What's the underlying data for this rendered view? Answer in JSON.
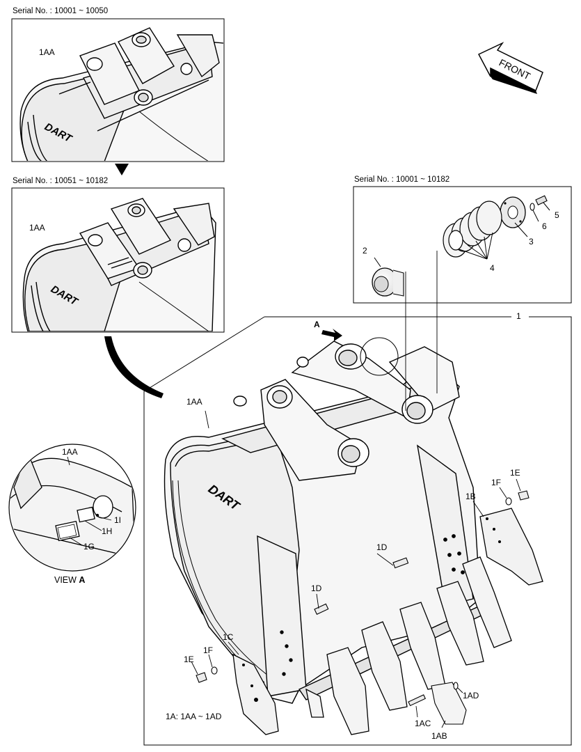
{
  "serials": {
    "top": "Serial No. : 10001 ~ 10050",
    "middle": "Serial No. : 10051 ~ 10182",
    "pin": "Serial No. : 10001 ~ 10182"
  },
  "front_label": "FRONT",
  "brand": "DART",
  "view_arrow_label": "A",
  "view_caption": {
    "prefix": "VIEW ",
    "letter": "A"
  },
  "assembly_note": "1A: 1AA ~ 1AD",
  "callouts": {
    "main": "1",
    "pin_2": "2",
    "pin_3": "3",
    "pin_4": "4",
    "pin_5": "5",
    "pin_6": "6",
    "aa_top": "1AA",
    "aa_mid": "1AA",
    "aa_main": "1AA",
    "aa_view": "1AA",
    "b": "1B",
    "c": "1C",
    "d_right": "1D",
    "d_left": "1D",
    "e_right": "1E",
    "e_left": "1E",
    "f_right": "1F",
    "f_left": "1F",
    "g": "1G",
    "h": "1H",
    "i": "1I",
    "ab": "1AB",
    "ac": "1AC",
    "ad": "1AD"
  }
}
